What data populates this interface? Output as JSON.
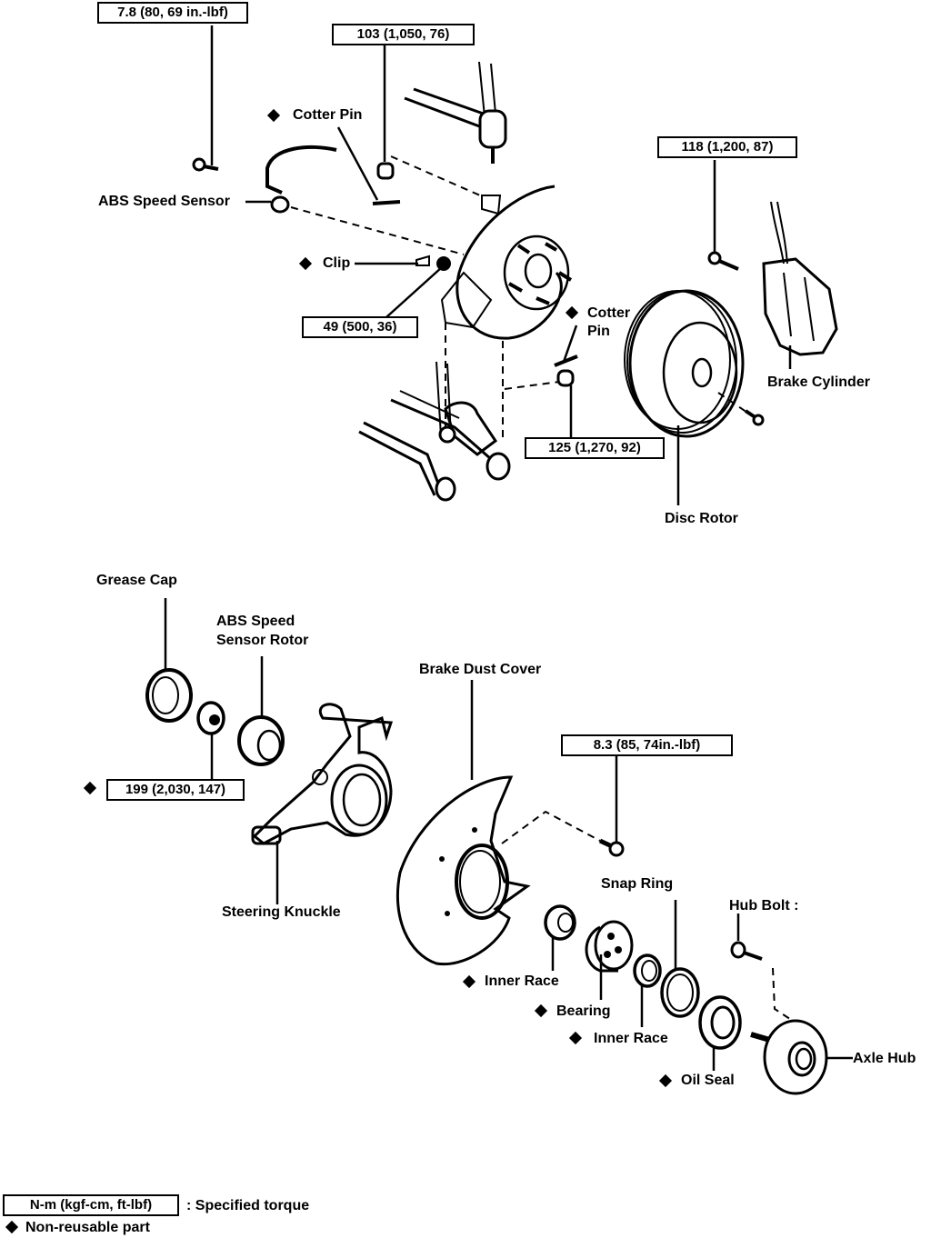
{
  "diagram": {
    "top_assembly": {
      "torque_specs": [
        {
          "id": "abs-sensor-bolt",
          "value": "7.8 (80, 69 in.-lbf)"
        },
        {
          "id": "tie-rod-nut",
          "value": "103 (1,050, 76)"
        },
        {
          "id": "caliper-bolt",
          "value": "118 (1,200, 87)"
        },
        {
          "id": "clip-nut",
          "value": "49 (500, 36)"
        },
        {
          "id": "lower-ball-joint-nut",
          "value": "125 (1,270, 92)"
        }
      ],
      "parts": [
        {
          "id": "cotter-pin-upper",
          "label": "Cotter Pin",
          "non_reusable": true
        },
        {
          "id": "abs-speed-sensor",
          "label": "ABS Speed Sensor",
          "non_reusable": false
        },
        {
          "id": "clip",
          "label": "Clip",
          "non_reusable": true
        },
        {
          "id": "cotter-pin-lower",
          "label": "Cotter\nPin",
          "line1": "Cotter",
          "line2": "Pin",
          "non_reusable": true
        },
        {
          "id": "brake-cylinder",
          "label": "Brake Cylinder",
          "non_reusable": false
        },
        {
          "id": "disc-rotor",
          "label": "Disc Rotor",
          "non_reusable": false
        }
      ]
    },
    "bottom_assembly": {
      "torque_specs": [
        {
          "id": "hub-nut",
          "value": "199 (2,030, 147)",
          "non_reusable": true
        },
        {
          "id": "dust-cover-bolt",
          "value": "8.3 (85, 74in.-lbf)"
        }
      ],
      "parts": [
        {
          "id": "grease-cap",
          "label": "Grease Cap",
          "non_reusable": false
        },
        {
          "id": "abs-speed-sensor-rotor",
          "line1": "ABS Speed",
          "line2": "Sensor Rotor",
          "non_reusable": false
        },
        {
          "id": "brake-dust-cover",
          "label": "Brake Dust Cover",
          "non_reusable": false
        },
        {
          "id": "steering-knuckle",
          "label": "Steering Knuckle",
          "non_reusable": false
        },
        {
          "id": "snap-ring",
          "label": "Snap Ring",
          "non_reusable": false
        },
        {
          "id": "hub-bolt",
          "label": "Hub Bolt :",
          "non_reusable": false
        },
        {
          "id": "inner-race-outer",
          "label": "Inner Race",
          "non_reusable": true
        },
        {
          "id": "bearing",
          "label": "Bearing",
          "non_reusable": true
        },
        {
          "id": "inner-race-inner",
          "label": "Inner Race",
          "non_reusable": true
        },
        {
          "id": "oil-seal",
          "label": "Oil Seal",
          "non_reusable": true
        },
        {
          "id": "axle-hub",
          "label": "Axle Hub",
          "non_reusable": false
        }
      ]
    },
    "legend": {
      "torque_unit_box": "N-m (kgf-cm, ft-lbf)",
      "torque_unit_desc": ": Specified torque",
      "non_reusable_desc": "Non-reusable part"
    }
  }
}
